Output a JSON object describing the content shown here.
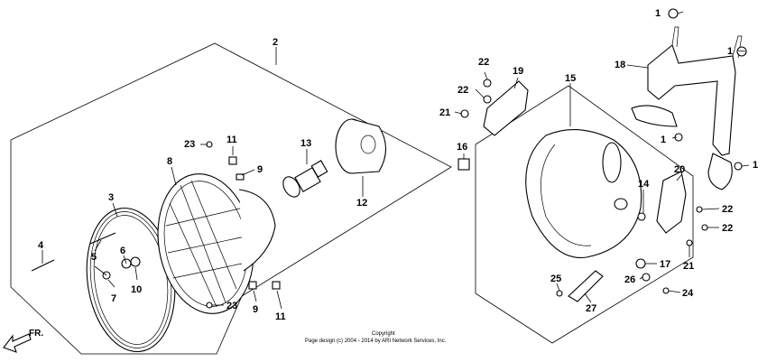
{
  "diagram": {
    "copyright_line1": "Copyright",
    "copyright_line2": "Page design (c) 2004 - 2014 by ARI Network Services, Inc.",
    "direction_label": "FR.",
    "callouts": {
      "c1a": "1",
      "c1b": "1",
      "c1c": "1",
      "c1d": "1",
      "c2": "2",
      "c3": "3",
      "c4": "4",
      "c5": "5",
      "c6": "6",
      "c7": "7",
      "c8": "8",
      "c9a": "9",
      "c9b": "9",
      "c10": "10",
      "c11a": "11",
      "c11b": "11",
      "c12": "12",
      "c13": "13",
      "c14": "14",
      "c15": "15",
      "c16": "16",
      "c17": "17",
      "c18": "18",
      "c19": "19",
      "c20": "20",
      "c21a": "21",
      "c21b": "21",
      "c22a": "22",
      "c22b": "22",
      "c22c": "22",
      "c22d": "22",
      "c23a": "23",
      "c23b": "23",
      "c24": "24",
      "c25": "25",
      "c26": "26",
      "c27": "27"
    }
  }
}
